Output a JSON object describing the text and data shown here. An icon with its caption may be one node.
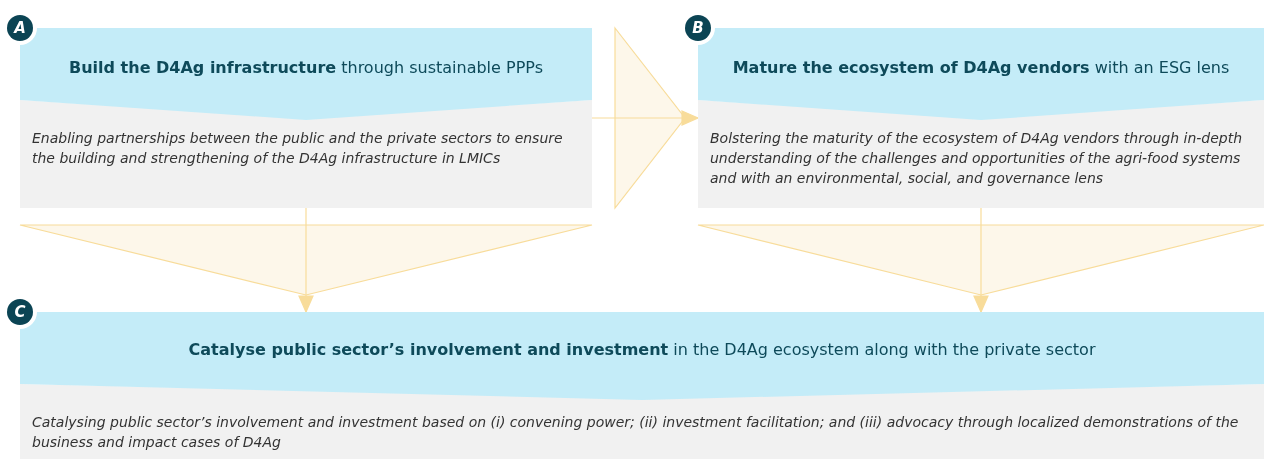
{
  "diagram": {
    "nodes": [
      {
        "text": [
          "**Build the D4Ag infrastructure** through sustainable PPPs",
          "Enabling partnerships between the public and the private sectors to ensure the building and strengthening of the D4Ag infrastructure in LMICs"
        ],
        "beside": [
          "A"
        ]
      },
      {
        "text": [
          "**Mature the ecosystem of D4Ag vendors** with an ESG lens",
          "Bolstering the maturity of the ecosystem of D4Ag vendors through in-depth understanding of the challenges and opportunities of the agri-food systems and with an environmental, social, and governance lens"
        ],
        "beside": [
          "B"
        ]
      },
      {
        "text": [
          "**Catalyse public sector’s involvement and investment** in the D4Ag ecosystem along with the private sector",
          "Catalysing public sector’s involvement and investment based on (i) convening power; (ii) investment facilitation; and (iii) advocacy through localized demonstrations of the business and impact cases of D4Ag"
        ],
        "beside": [
          "C"
        ]
      }
    ],
    "edges": [
      {
        "from": 0,
        "to": 1,
        "arrow": "to"
      },
      {
        "from": 0,
        "to": 2,
        "arrow": "to"
      },
      {
        "from": 1,
        "to": 2,
        "arrow": "to"
      }
    ]
  }
}
